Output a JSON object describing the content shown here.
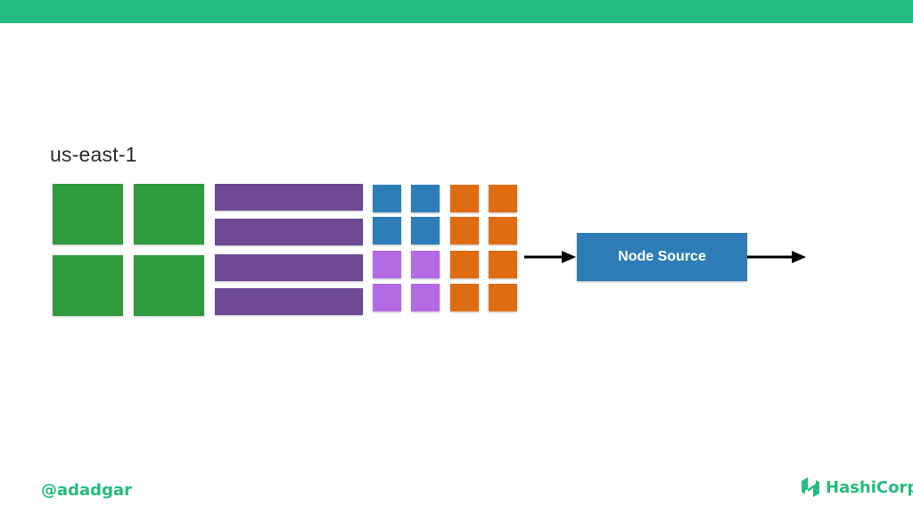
{
  "slide": {
    "region_label": "us-east-1",
    "node_label": "Node Source",
    "handle": "@adadgar",
    "brand": "HashiCorp"
  },
  "colors": {
    "top_bar": "#25bb80",
    "green_block": "#2f9b3d",
    "purple_bar": "#6e4a94",
    "blue_square": "#2d7eb8",
    "violet_square": "#b36ae2",
    "orange_square": "#e06c12",
    "node_box": "#2f7db8",
    "brand_green": "#25bb80"
  },
  "icons": [
    "arrow-right-icon",
    "hashicorp-logo-icon"
  ]
}
